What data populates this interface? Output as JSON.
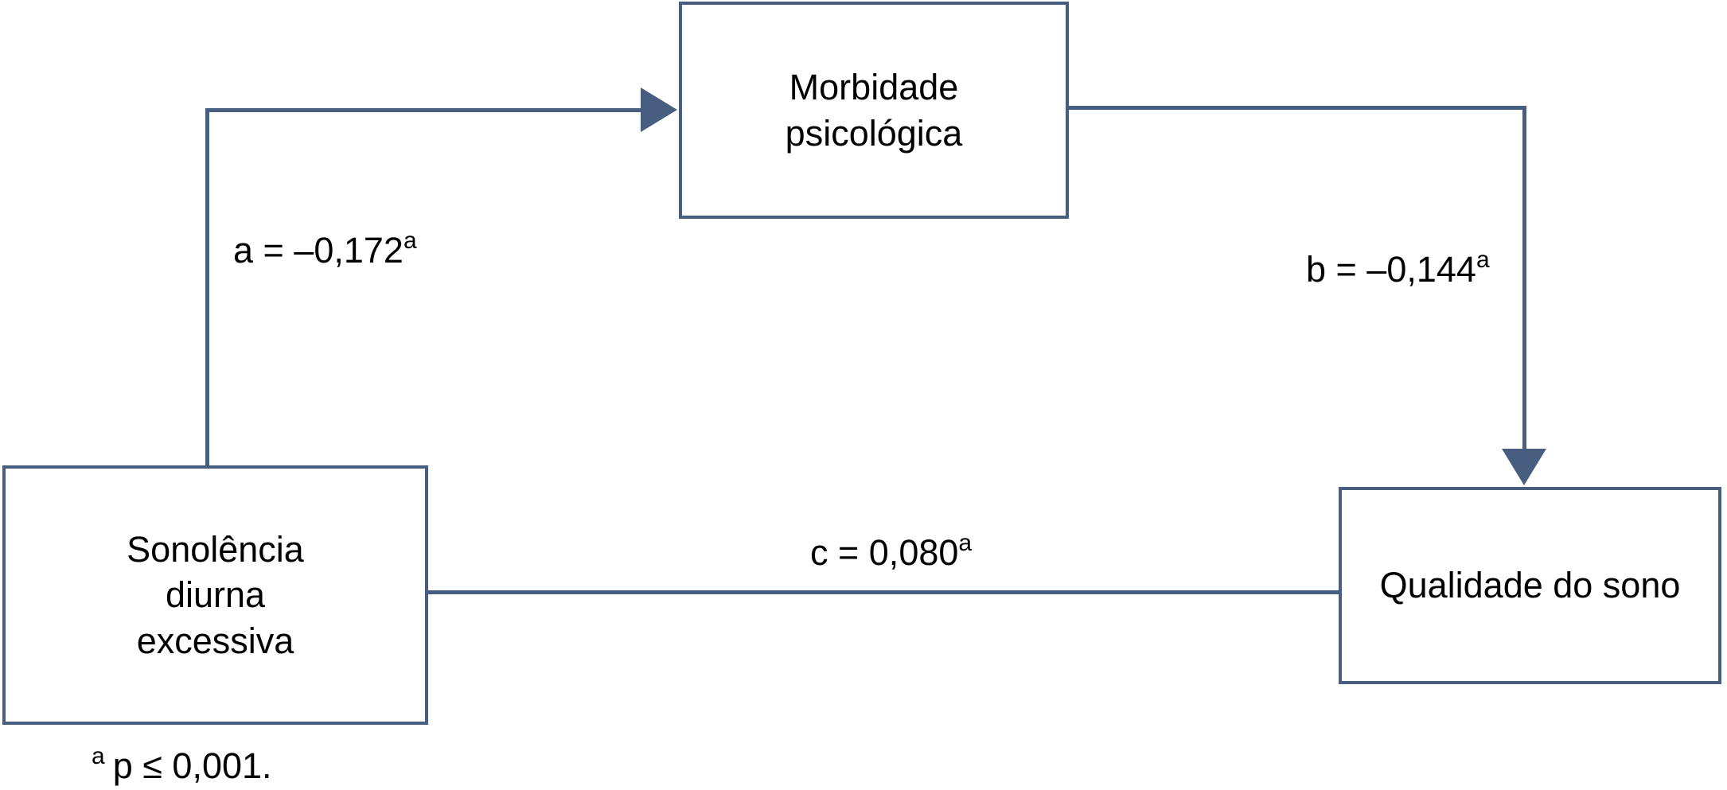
{
  "diagram": {
    "type": "mediation-path-diagram",
    "colors": {
      "line": "#475e80",
      "text": "#000000",
      "background": "#ffffff"
    },
    "nodes": {
      "morbidade": {
        "lines": [
          "Morbidade",
          "psicológica"
        ]
      },
      "sonolencia": {
        "lines": [
          "Sonolência",
          "diurna",
          "excessiva"
        ]
      },
      "qualidade": {
        "label": "Qualidade do sono"
      }
    },
    "paths": {
      "a": {
        "coefficient": "a = –0,172",
        "sup": "a",
        "from": "sonolencia",
        "to": "morbidade"
      },
      "b": {
        "coefficient": "b = –0,144",
        "sup": "a",
        "from": "morbidade",
        "to": "qualidade"
      },
      "c": {
        "coefficient": "c = 0,080",
        "sup": "a",
        "from": "sonolencia",
        "to": "qualidade"
      }
    },
    "footnote": {
      "sup": "a",
      "text": "p ≤ 0,001."
    }
  }
}
